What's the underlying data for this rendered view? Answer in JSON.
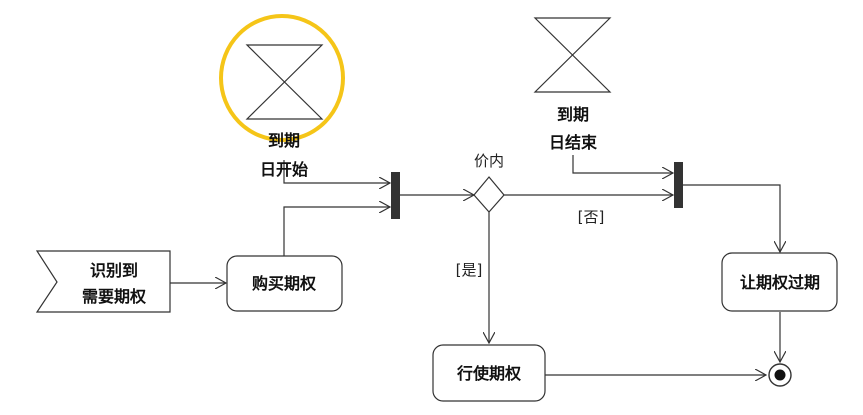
{
  "nodes": {
    "timer_start": {
      "line1": "到期",
      "line2": "日开始"
    },
    "timer_end": {
      "line1": "到期",
      "line2": "日结束"
    },
    "signal": {
      "line1": "识别到",
      "line2": "需要期权"
    },
    "buy": {
      "label": "购买期权"
    },
    "exercise": {
      "label": "行使期权"
    },
    "expire": {
      "label": "让期权过期"
    },
    "decision": {
      "label": "价内"
    }
  },
  "guards": {
    "yes": "[是]",
    "no": "[否]"
  },
  "colors": {
    "highlight": "#f5c518",
    "line": "#333333"
  }
}
